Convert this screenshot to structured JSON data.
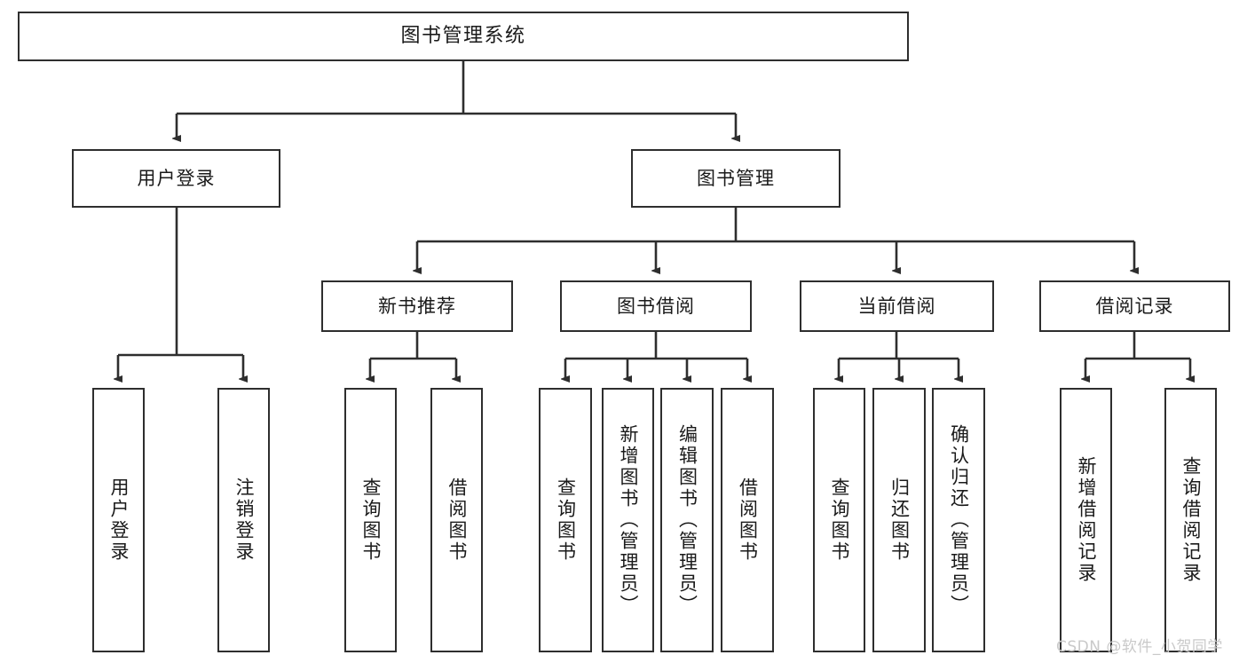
{
  "diagram": {
    "type": "tree",
    "title": "图书管理系统",
    "orientation": "top-down",
    "colors": {
      "box_border": "#2e2e2e",
      "box_fill": "#ffffff",
      "connector": "#2e2e2e",
      "background": "#ffffff",
      "watermark": "#c9c9c9"
    }
  },
  "root": {
    "label": "图书管理系统"
  },
  "level2": [
    {
      "label": "用户登录"
    },
    {
      "label": "图书管理"
    }
  ],
  "level3": [
    {
      "label": "新书推荐"
    },
    {
      "label": "图书借阅"
    },
    {
      "label": "当前借阅"
    },
    {
      "label": "借阅记录"
    }
  ],
  "leaves": {
    "user_login": [
      {
        "label": "用户登录"
      },
      {
        "label": "注销登录"
      }
    ],
    "new_book_recommend": [
      {
        "label": "查询图书"
      },
      {
        "label": "借阅图书"
      }
    ],
    "book_borrow": [
      {
        "label": "查询图书"
      },
      {
        "label": "新增图书（管理员）"
      },
      {
        "label": "编辑图书（管理员）"
      },
      {
        "label": "借阅图书"
      }
    ],
    "current_borrow": [
      {
        "label": "查询图书"
      },
      {
        "label": "归还图书"
      },
      {
        "label": "确认归还（管理员）"
      }
    ],
    "borrow_record": [
      {
        "label": "新增借阅记录"
      },
      {
        "label": "查询借阅记录"
      }
    ]
  },
  "watermark": {
    "text": "CSDN @软件_小贺同学"
  }
}
